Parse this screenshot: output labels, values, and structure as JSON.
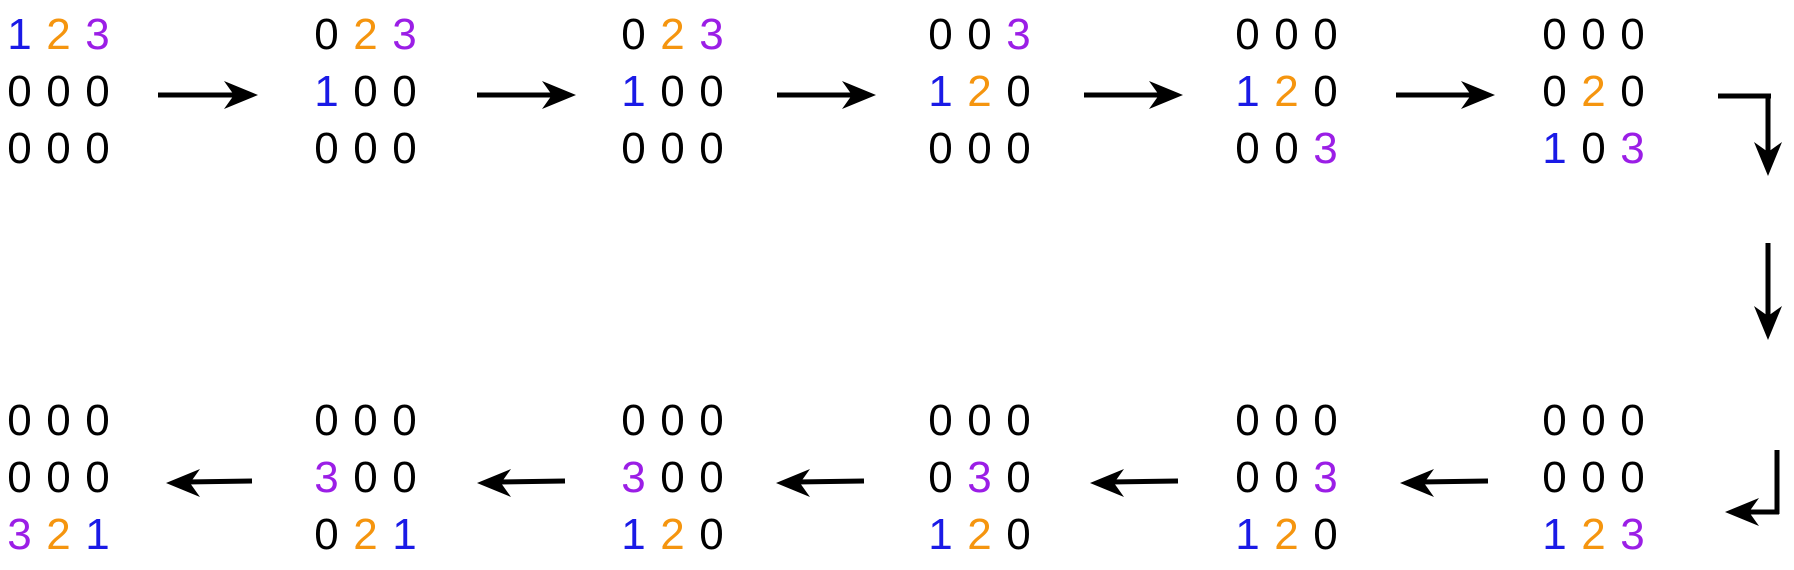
{
  "colors": {
    "0": "#000000",
    "1": "#1a1ae6",
    "2": "#f5950f",
    "3": "#9b1ee6",
    "arrow": "#000000"
  },
  "states": [
    [
      [
        "1",
        "2",
        "3"
      ],
      [
        "0",
        "0",
        "0"
      ],
      [
        "0",
        "0",
        "0"
      ]
    ],
    [
      [
        "0",
        "2",
        "3"
      ],
      [
        "1",
        "0",
        "0"
      ],
      [
        "0",
        "0",
        "0"
      ]
    ],
    [
      [
        "0",
        "2",
        "3"
      ],
      [
        "1",
        "0",
        "0"
      ],
      [
        "0",
        "0",
        "0"
      ]
    ],
    [
      [
        "0",
        "0",
        "3"
      ],
      [
        "1",
        "2",
        "0"
      ],
      [
        "0",
        "0",
        "0"
      ]
    ],
    [
      [
        "0",
        "0",
        "0"
      ],
      [
        "1",
        "2",
        "0"
      ],
      [
        "0",
        "0",
        "3"
      ]
    ],
    [
      [
        "0",
        "0",
        "0"
      ],
      [
        "0",
        "2",
        "0"
      ],
      [
        "1",
        "0",
        "3"
      ]
    ],
    [
      [
        "0",
        "0",
        "0"
      ],
      [
        "0",
        "0",
        "0"
      ],
      [
        "1",
        "2",
        "3"
      ]
    ],
    [
      [
        "0",
        "0",
        "0"
      ],
      [
        "0",
        "0",
        "3"
      ],
      [
        "1",
        "2",
        "0"
      ]
    ],
    [
      [
        "0",
        "0",
        "0"
      ],
      [
        "0",
        "3",
        "0"
      ],
      [
        "1",
        "2",
        "0"
      ]
    ],
    [
      [
        "0",
        "0",
        "0"
      ],
      [
        "3",
        "0",
        "0"
      ],
      [
        "1",
        "2",
        "0"
      ]
    ],
    [
      [
        "0",
        "0",
        "0"
      ],
      [
        "3",
        "0",
        "0"
      ],
      [
        "0",
        "2",
        "1"
      ]
    ],
    [
      [
        "0",
        "0",
        "0"
      ],
      [
        "0",
        "0",
        "0"
      ],
      [
        "3",
        "2",
        "1"
      ]
    ]
  ]
}
